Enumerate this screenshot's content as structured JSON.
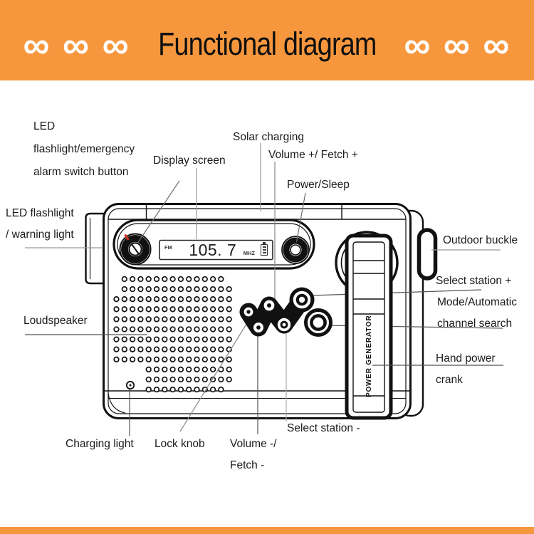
{
  "header": {
    "left_ornament": "∞ ∞ ∞",
    "title": "Functional diagram",
    "right_ornament": "∞ ∞ ∞"
  },
  "device": {
    "display": {
      "band": "FM",
      "frequency": "105. 7",
      "unit": "MHZ"
    },
    "crank_label": "POWER GENERATOR"
  },
  "labels": {
    "led_button_1": "LED",
    "led_button_2": "flashlight/emergency",
    "led_button_3": "alarm switch button",
    "display_screen": "Display screen",
    "solar_charging": "Solar charging",
    "volume_plus": "Volume +/ Fetch +",
    "power_sleep": "Power/Sleep",
    "led_flashlight_1": "LED flashlight",
    "led_flashlight_2": "/ warning light",
    "loudspeaker": "Loudspeaker",
    "outdoor_buckle": "Outdoor buckle",
    "select_station_plus": "Select station +",
    "mode_1": "Mode/Automatic",
    "mode_2": "channel search",
    "hand_power_1": "Hand power",
    "hand_power_2": "crank",
    "charging_light": "Charging light",
    "lock_knob": "Lock knob",
    "volume_minus_1": "Volume -/",
    "volume_minus_2": "Fetch -",
    "select_station_minus": "Select station -"
  },
  "colors": {
    "accent_orange": "#F7973D",
    "alarm_red": "#CC3322"
  }
}
